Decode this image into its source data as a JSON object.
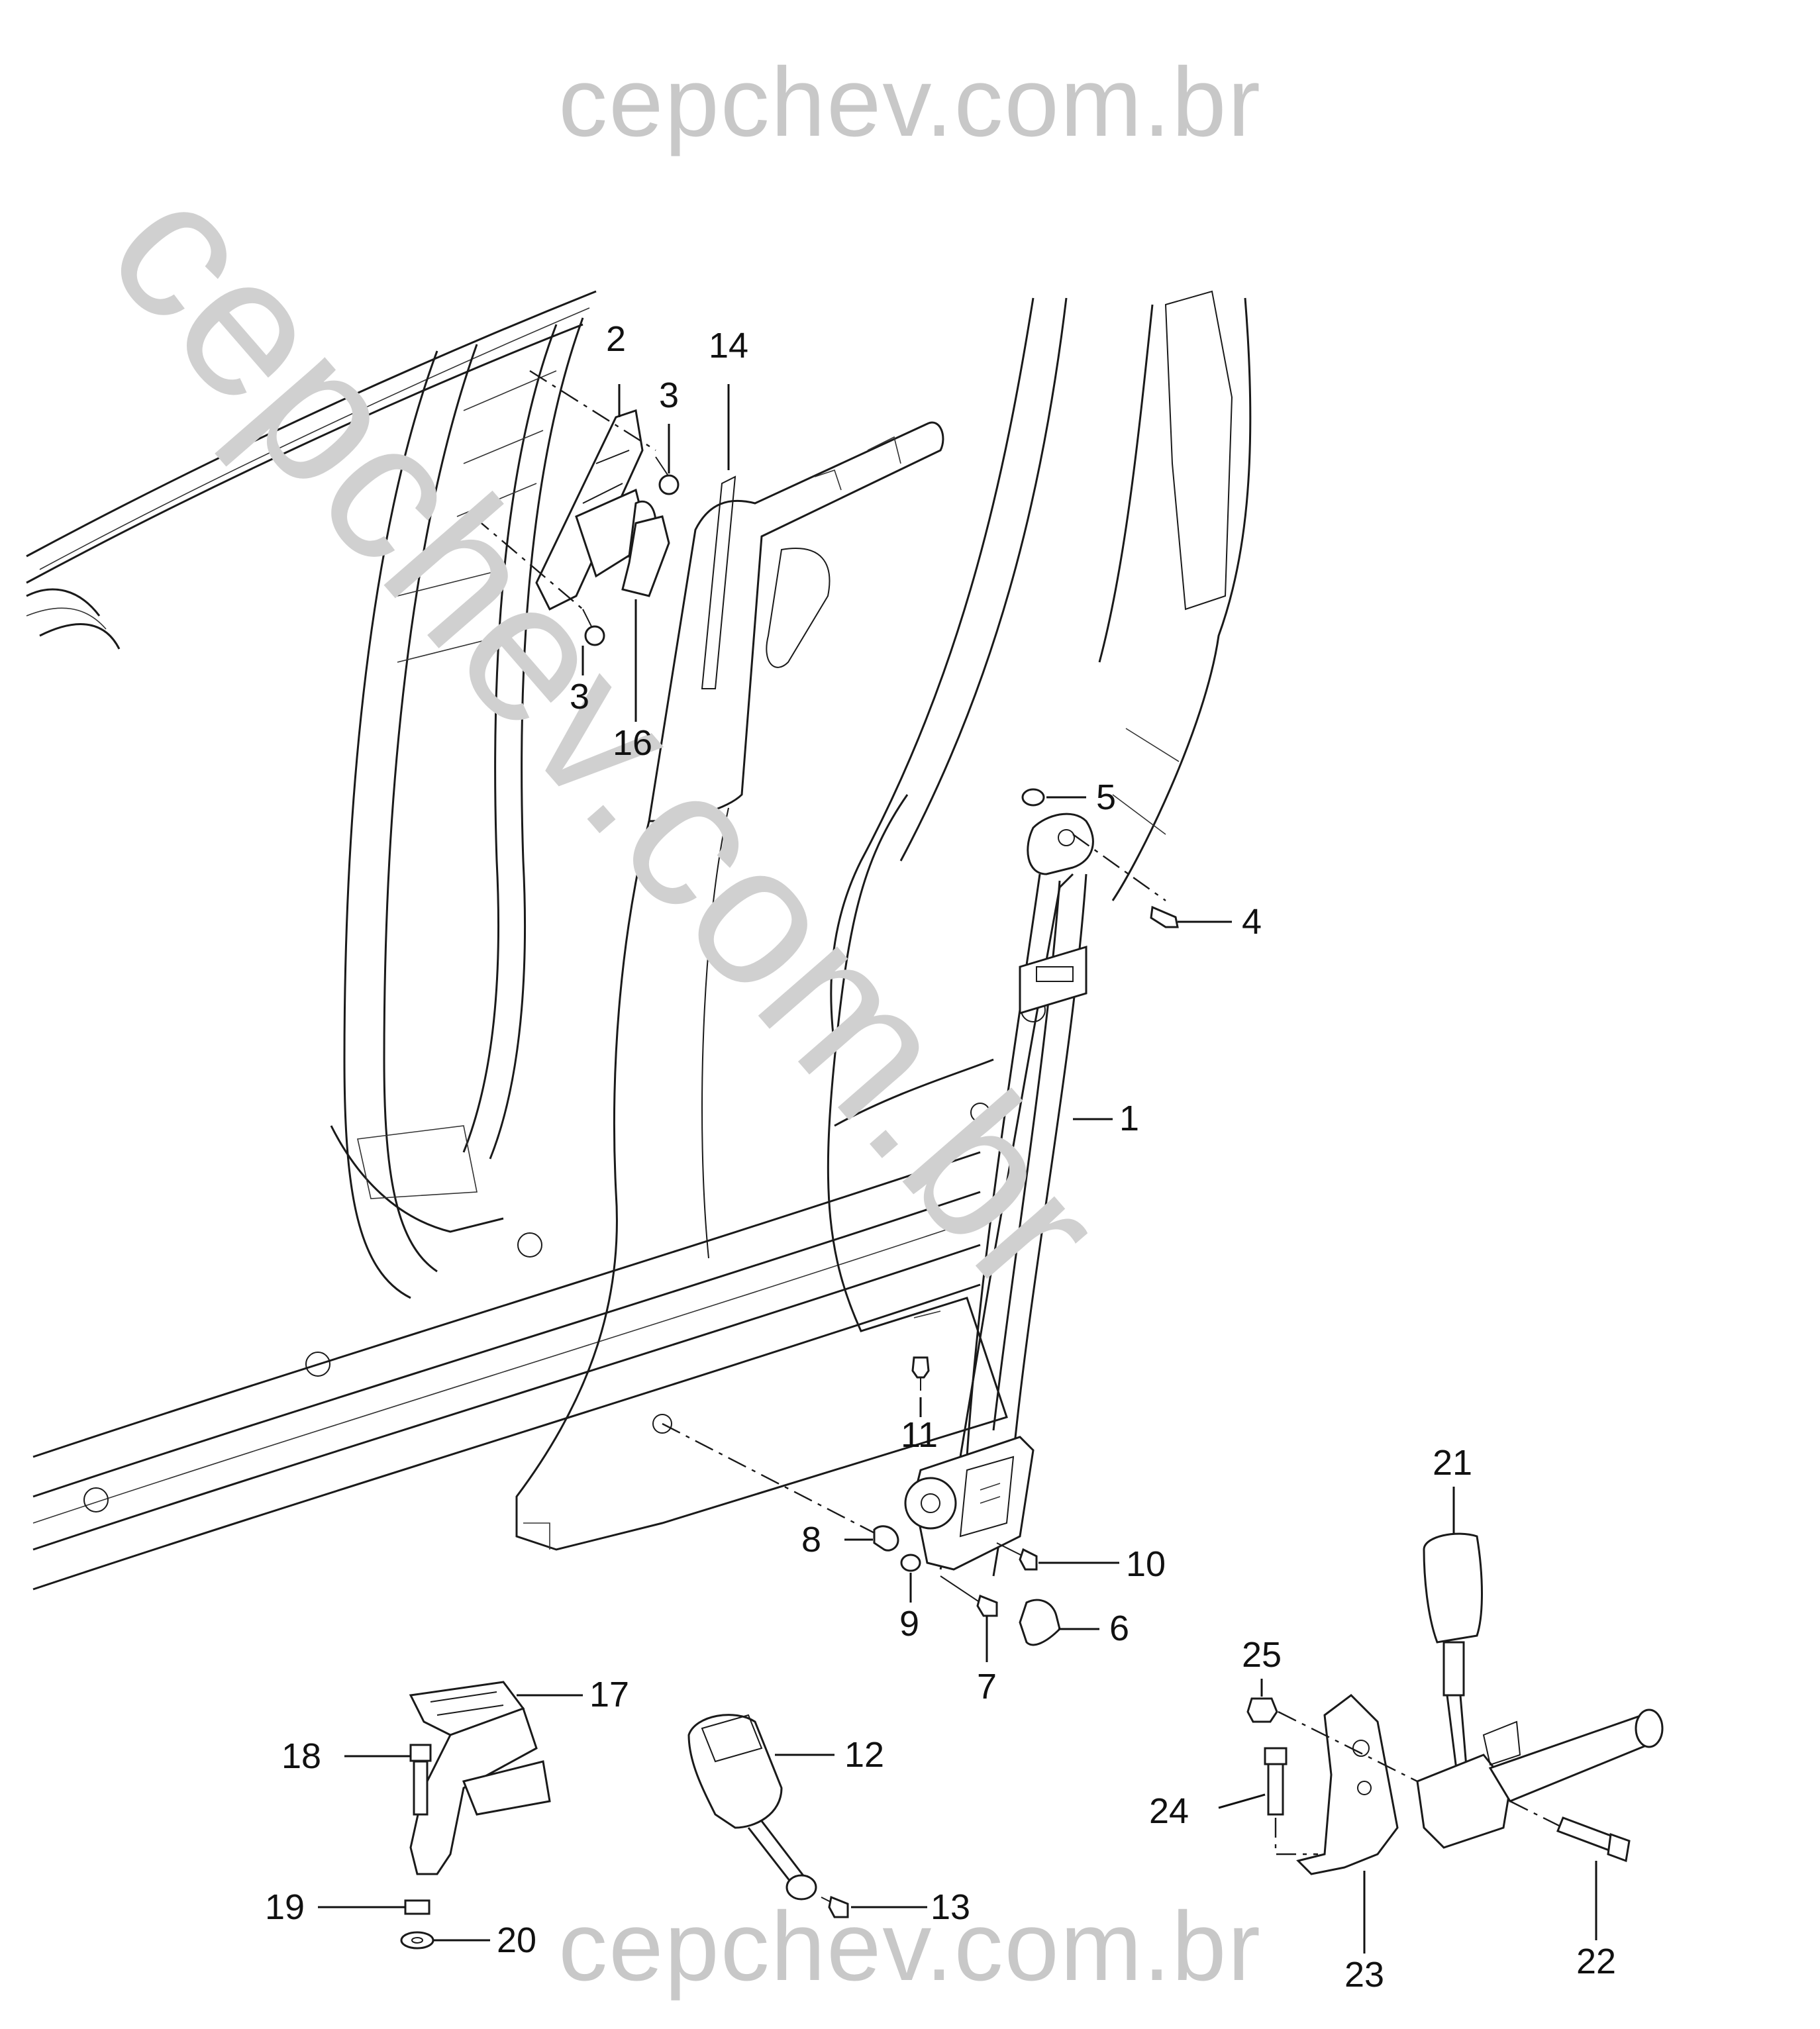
{
  "watermarks": {
    "top": "cepchev.com.br",
    "diagonal": "cepchev.com.br",
    "bottom": "cepchev.com.br"
  },
  "callouts": [
    {
      "id": "c2",
      "label": "2"
    },
    {
      "id": "c3a",
      "label": "3"
    },
    {
      "id": "c14",
      "label": "14"
    },
    {
      "id": "c3b",
      "label": "3"
    },
    {
      "id": "c16",
      "label": "16"
    },
    {
      "id": "c5",
      "label": "5"
    },
    {
      "id": "c4",
      "label": "4"
    },
    {
      "id": "c1",
      "label": "1"
    },
    {
      "id": "c11",
      "label": "11"
    },
    {
      "id": "c8",
      "label": "8"
    },
    {
      "id": "c10",
      "label": "10"
    },
    {
      "id": "c9",
      "label": "9"
    },
    {
      "id": "c6",
      "label": "6"
    },
    {
      "id": "c7",
      "label": "7"
    },
    {
      "id": "c21",
      "label": "21"
    },
    {
      "id": "c25",
      "label": "25"
    },
    {
      "id": "c17",
      "label": "17"
    },
    {
      "id": "c18",
      "label": "18"
    },
    {
      "id": "c12",
      "label": "12"
    },
    {
      "id": "c24",
      "label": "24"
    },
    {
      "id": "c13",
      "label": "13"
    },
    {
      "id": "c19",
      "label": "19"
    },
    {
      "id": "c20",
      "label": "20"
    },
    {
      "id": "c23",
      "label": "23"
    },
    {
      "id": "c22",
      "label": "22"
    }
  ]
}
